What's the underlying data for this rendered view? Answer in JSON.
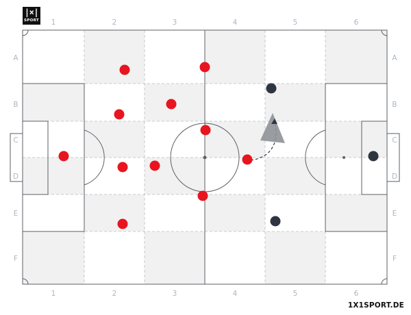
{
  "branding": {
    "logo_mark": "|×|",
    "logo_word": "SPORT",
    "site": "1X1SPORT.DE"
  },
  "grid": {
    "columns": [
      "1",
      "2",
      "3",
      "4",
      "5",
      "6"
    ],
    "rows": [
      "A",
      "B",
      "C",
      "D",
      "E",
      "F"
    ]
  },
  "colors": {
    "team_red": "#e8141f",
    "team_dark": "#2f3540",
    "line": "#5b5f66",
    "zone_shade": "#f1f1f1",
    "arrow": "#8e9197"
  }
}
